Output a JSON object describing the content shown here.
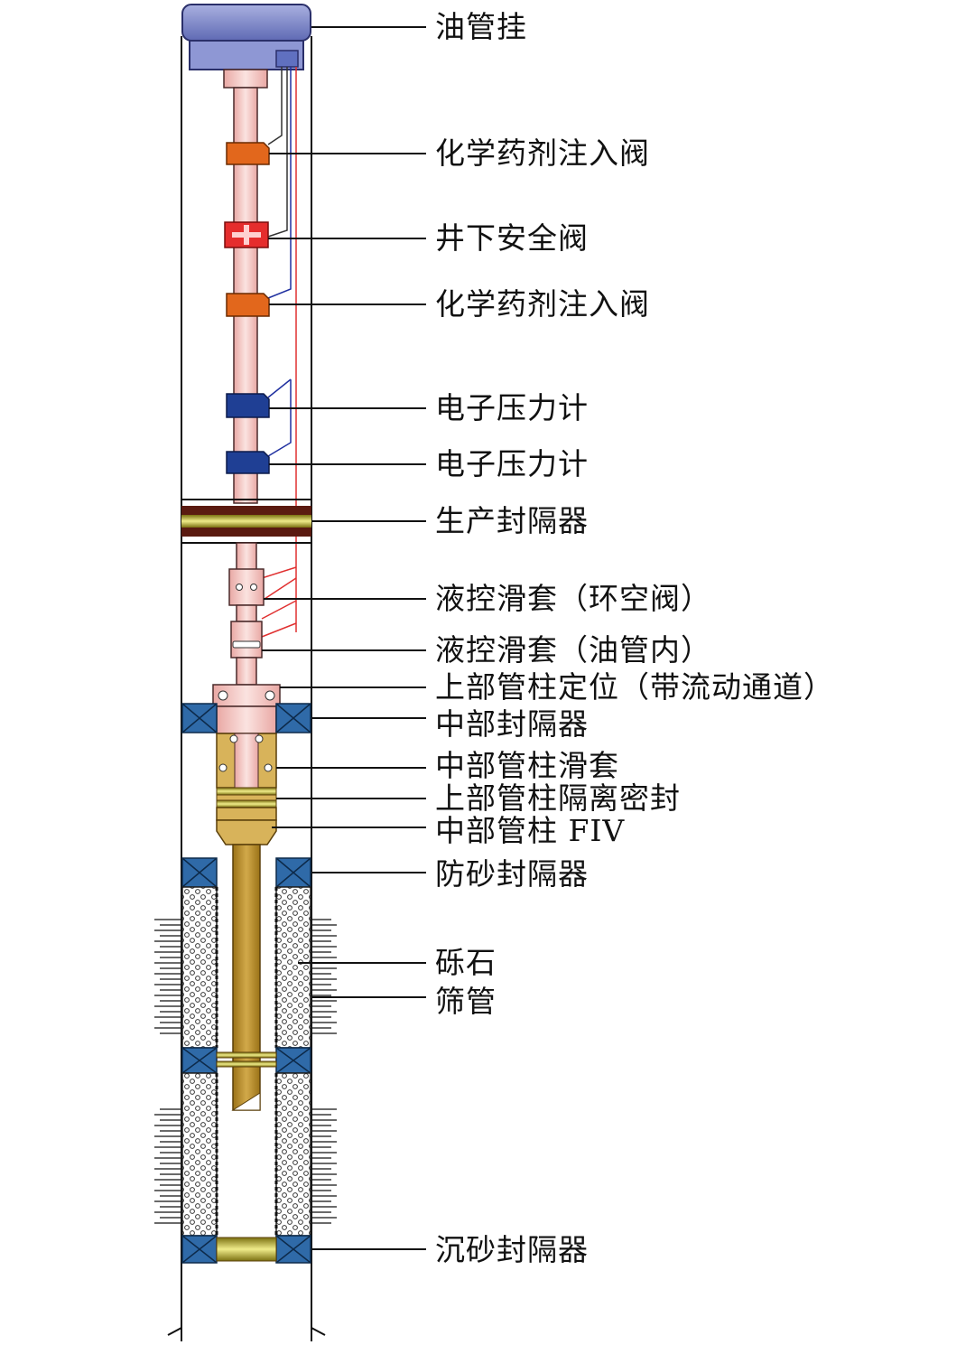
{
  "labels": [
    "油管挂",
    "化学药剂注入阀",
    "井下安全阀",
    "化学药剂注入阀",
    "电子压力计",
    "电子压力计",
    "生产封隔器",
    "液控滑套（环空阀）",
    "液控滑套（油管内）",
    "上部管柱定位（带流动通道）",
    "中部封隔器",
    "中部管柱滑套",
    "上部管柱隔离密封",
    "中部管柱 FIV",
    "防砂封隔器",
    "砾石",
    "筛管",
    "沉砂封隔器"
  ],
  "colors": {
    "hanger": "#7b86c8",
    "tubing": "#f2c0bc",
    "chemical_valve": "#e2671c",
    "safety_valve": "#e52d2d",
    "pressure_gauge": "#1f3f94",
    "packer_ring": "#c9c44a",
    "packer_block": "#2f6aa8",
    "inner_string": "#b5892c",
    "control_line_red": "#e03030",
    "control_line_blue": "#2030a0"
  }
}
